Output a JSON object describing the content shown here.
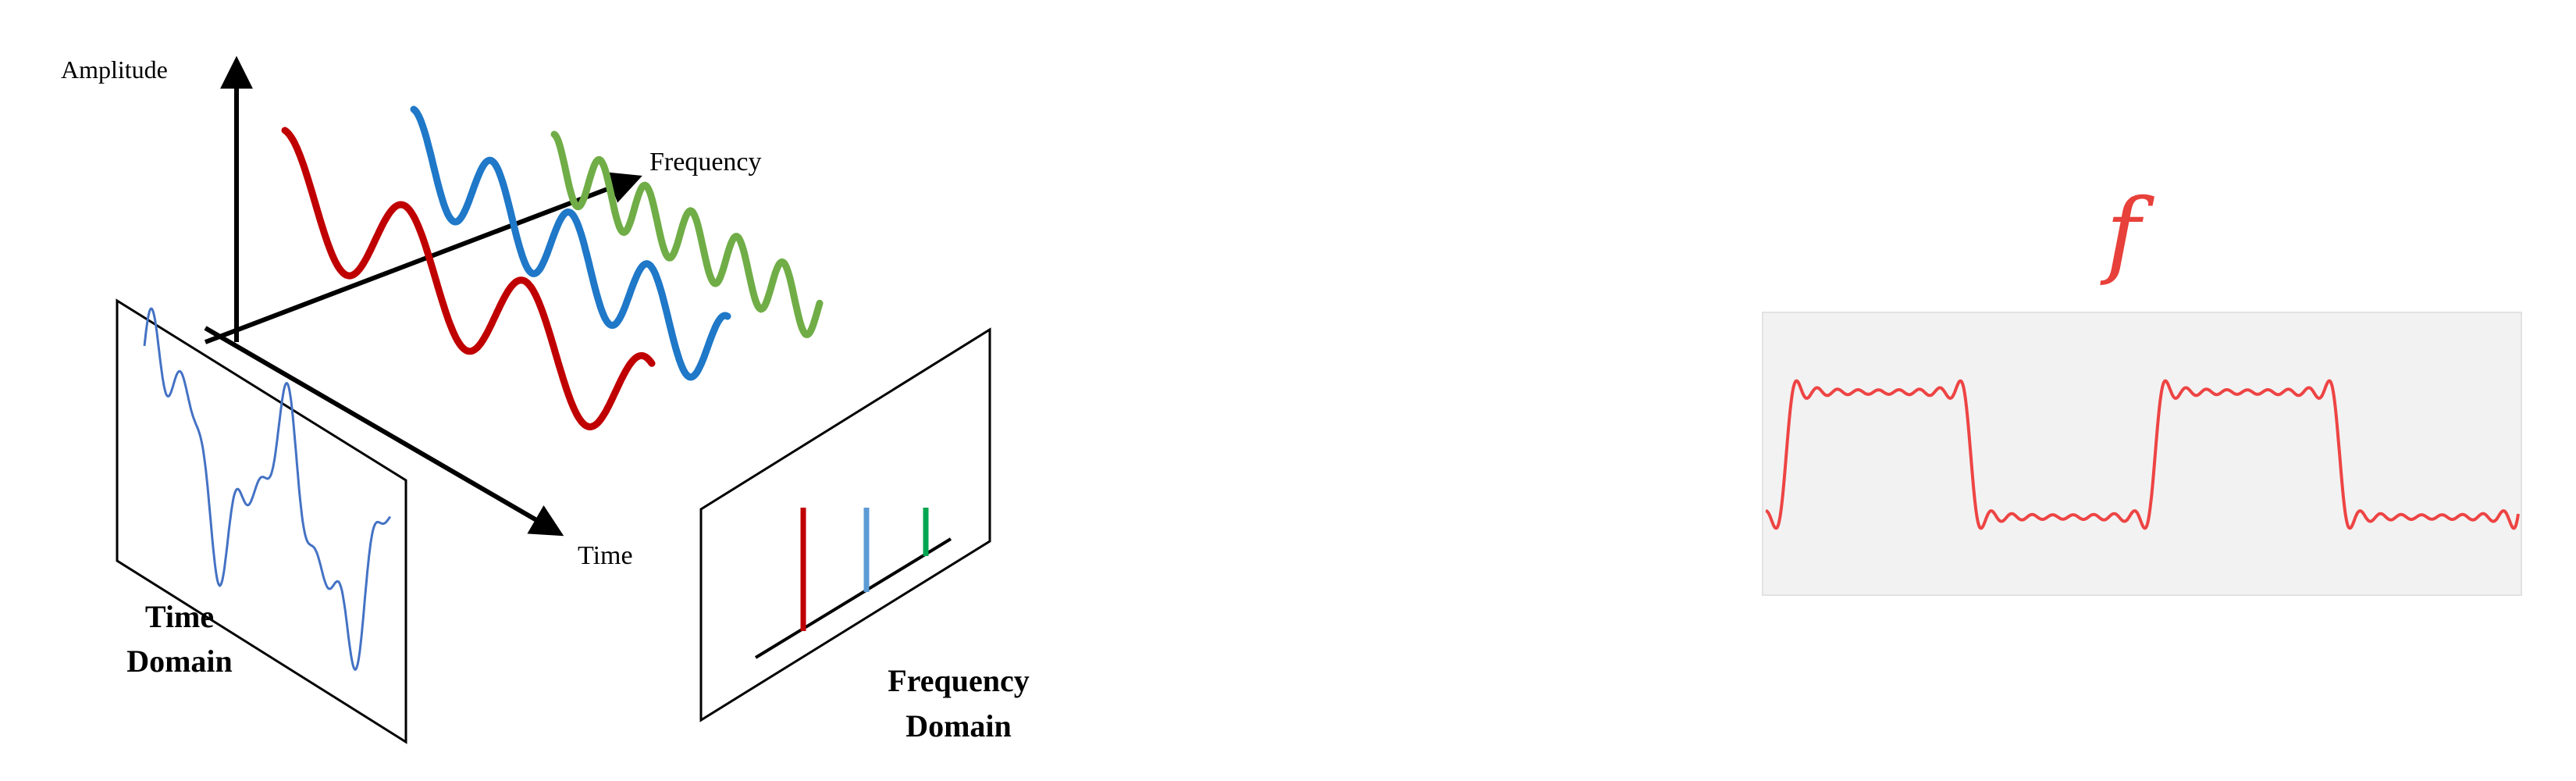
{
  "diagram": {
    "axes": {
      "amplitude_label": "Amplitude",
      "frequency_label": "Frequency",
      "time_label": "Time"
    },
    "panels": {
      "time_domain": [
        "Time",
        "Domain"
      ],
      "frequency_domain": [
        "Frequency",
        "Domain"
      ]
    },
    "waves": [
      {
        "id": "red",
        "color": "#c00000"
      },
      {
        "id": "blue",
        "color": "#1f78c8"
      },
      {
        "id": "green",
        "color": "#70ad47"
      }
    ],
    "spectrum_colors": [
      "#c00000",
      "#5b9bd5",
      "#00a651"
    ]
  },
  "square_wave_panel": {
    "symbol": "f",
    "symbol_color": "#e8403a",
    "line_color": "#ee4444",
    "background": "#f2f2f2"
  }
}
